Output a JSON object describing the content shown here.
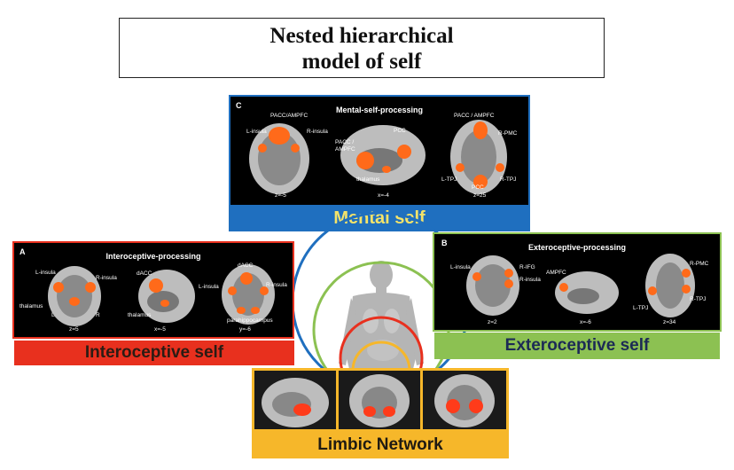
{
  "title": {
    "line1": "Nested hierarchical",
    "line2": "model of self"
  },
  "mental": {
    "letter": "C",
    "panel_title": "Mental-self-processing",
    "labels": [
      "PACC/AMPFC",
      "L-insula",
      "R-insula",
      "PACC / AMPFC",
      "PCC",
      "PACC /",
      "AMPFC",
      "thalamus",
      "R-PMC",
      "L-TPJ",
      "PCC",
      "R-TPJ"
    ],
    "coords": [
      "z=-5",
      "x=-4",
      "z=25"
    ],
    "banner": "Mental self",
    "accent": "#1f6fbf",
    "text_color": "#f4e36a"
  },
  "intero": {
    "letter": "A",
    "panel_title": "Interoceptive-processing",
    "labels": [
      "L-insula",
      "R-insula",
      "thalamus",
      "L",
      "R",
      "dACC",
      "thalamus",
      "dACC",
      "L-insula",
      "R-insula",
      "parahippocampus"
    ],
    "coords": [
      "z=5",
      "x=-5",
      "y=-6"
    ],
    "banner": "Interoceptive self",
    "accent": "#e8301e",
    "text_color": "#2b1c14"
  },
  "extero": {
    "letter": "B",
    "panel_title": "Exteroceptive-processing",
    "labels": [
      "L-insula",
      "R-IFG",
      "R-insula",
      "AMPFC",
      "R-PMC",
      "L-TPJ",
      "R-TPJ"
    ],
    "coords": [
      "z=2",
      "x=-6",
      "z=34"
    ],
    "banner": "Exteroceptive self",
    "accent": "#8cc152",
    "text_color": "#1c2a55"
  },
  "limbic": {
    "banner": "Limbic Network",
    "accent": "#f6b72a",
    "text_color": "#1f1a12"
  },
  "circles": {
    "blue": "#1f6fbf",
    "green": "#8cc152",
    "red": "#e8301e",
    "yellow": "#f6b72a"
  }
}
